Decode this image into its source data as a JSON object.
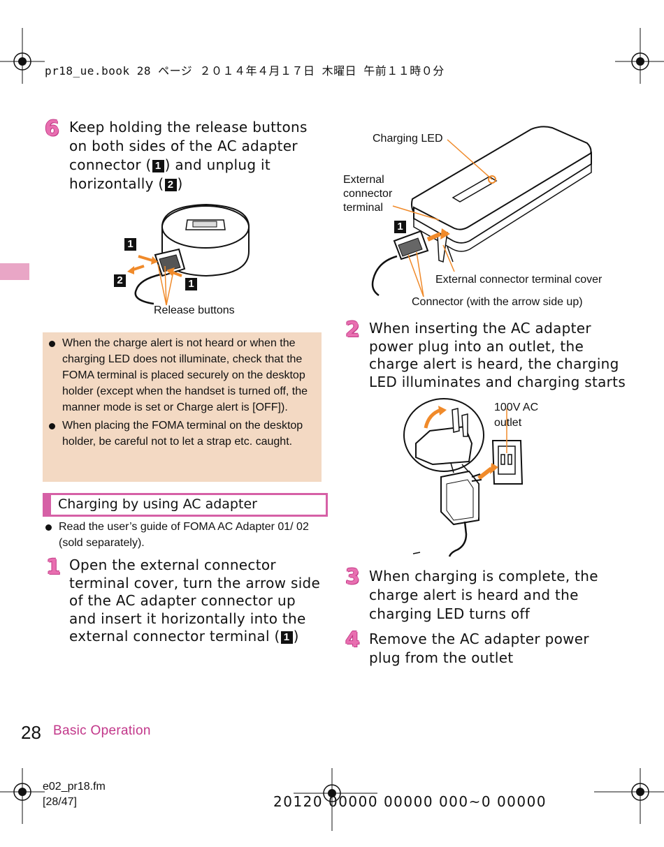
{
  "header": {
    "text": "pr18_ue.book  28 ページ  ２０１４年４月１７日  木曜日  午前１１時０分"
  },
  "step6": {
    "number": "6",
    "line1": "Keep holding the release buttons",
    "line2": "on both sides of the AC adapter",
    "line3a": "connector (",
    "box1": "1",
    "line3b": ") and unplug it",
    "line4a": "horizontally (",
    "box2": "2",
    "line4b": ")"
  },
  "figure_holder": {
    "marker1_top": "1",
    "marker2": "2",
    "marker1_bottom": "1",
    "release_label": "Release buttons"
  },
  "notes": [
    "When the charge alert is not heard or when the charging LED does not illuminate, check that the FOMA terminal is placed securely on the desktop holder (except when the handset is turned off, the manner mode is set or Charge alert is [OFF]).",
    "When placing the FOMA terminal on the desktop holder, be careful not to let a strap etc. caught."
  ],
  "section": {
    "title": "Charging by using AC adapter",
    "bullet": "Read the user’s guide of FOMA AC Adapter 01/ 02 (sold separately)."
  },
  "step1": {
    "number": "1",
    "line1": "Open the external connector",
    "line2": "terminal cover, turn the arrow side",
    "line3": "of the AC adapter connector up",
    "line4": "and insert it horizontally into the",
    "line5a": "external connector terminal (",
    "box": "1",
    "line5b": ")"
  },
  "figure_phone": {
    "charging_led": "Charging LED",
    "ext_line1": "External",
    "ext_line2": "connector",
    "ext_line3": "terminal",
    "marker1": "1",
    "cover_label": "External connector terminal cover",
    "connector_label": "Connector (with the arrow side up)"
  },
  "step2": {
    "number": "2",
    "line1": "When inserting the AC adapter",
    "line2": "power plug into an outlet, the",
    "line3": "charge alert is heard, the charging",
    "line4": "LED illuminates and charging starts"
  },
  "figure_outlet": {
    "label_line1": "100V AC",
    "label_line2": "outlet"
  },
  "step3": {
    "number": "3",
    "line1": "When charging is complete, the",
    "line2": "charge alert is heard and the",
    "line3": "charging LED turns off"
  },
  "step4": {
    "number": "4",
    "line1": "Remove the AC adapter power",
    "line2": "plug from the outlet"
  },
  "footer": {
    "page_number": "28",
    "section_name": "Basic Operation",
    "file_name": "e02_pr18.fm",
    "file_pages": "[28/47]",
    "code": "20120 00000 00000 000~0 00000"
  },
  "colors": {
    "accent_pink": "#d660a6",
    "note_background": "#f3d9c3",
    "arrow_orange": "#f08a2a"
  }
}
